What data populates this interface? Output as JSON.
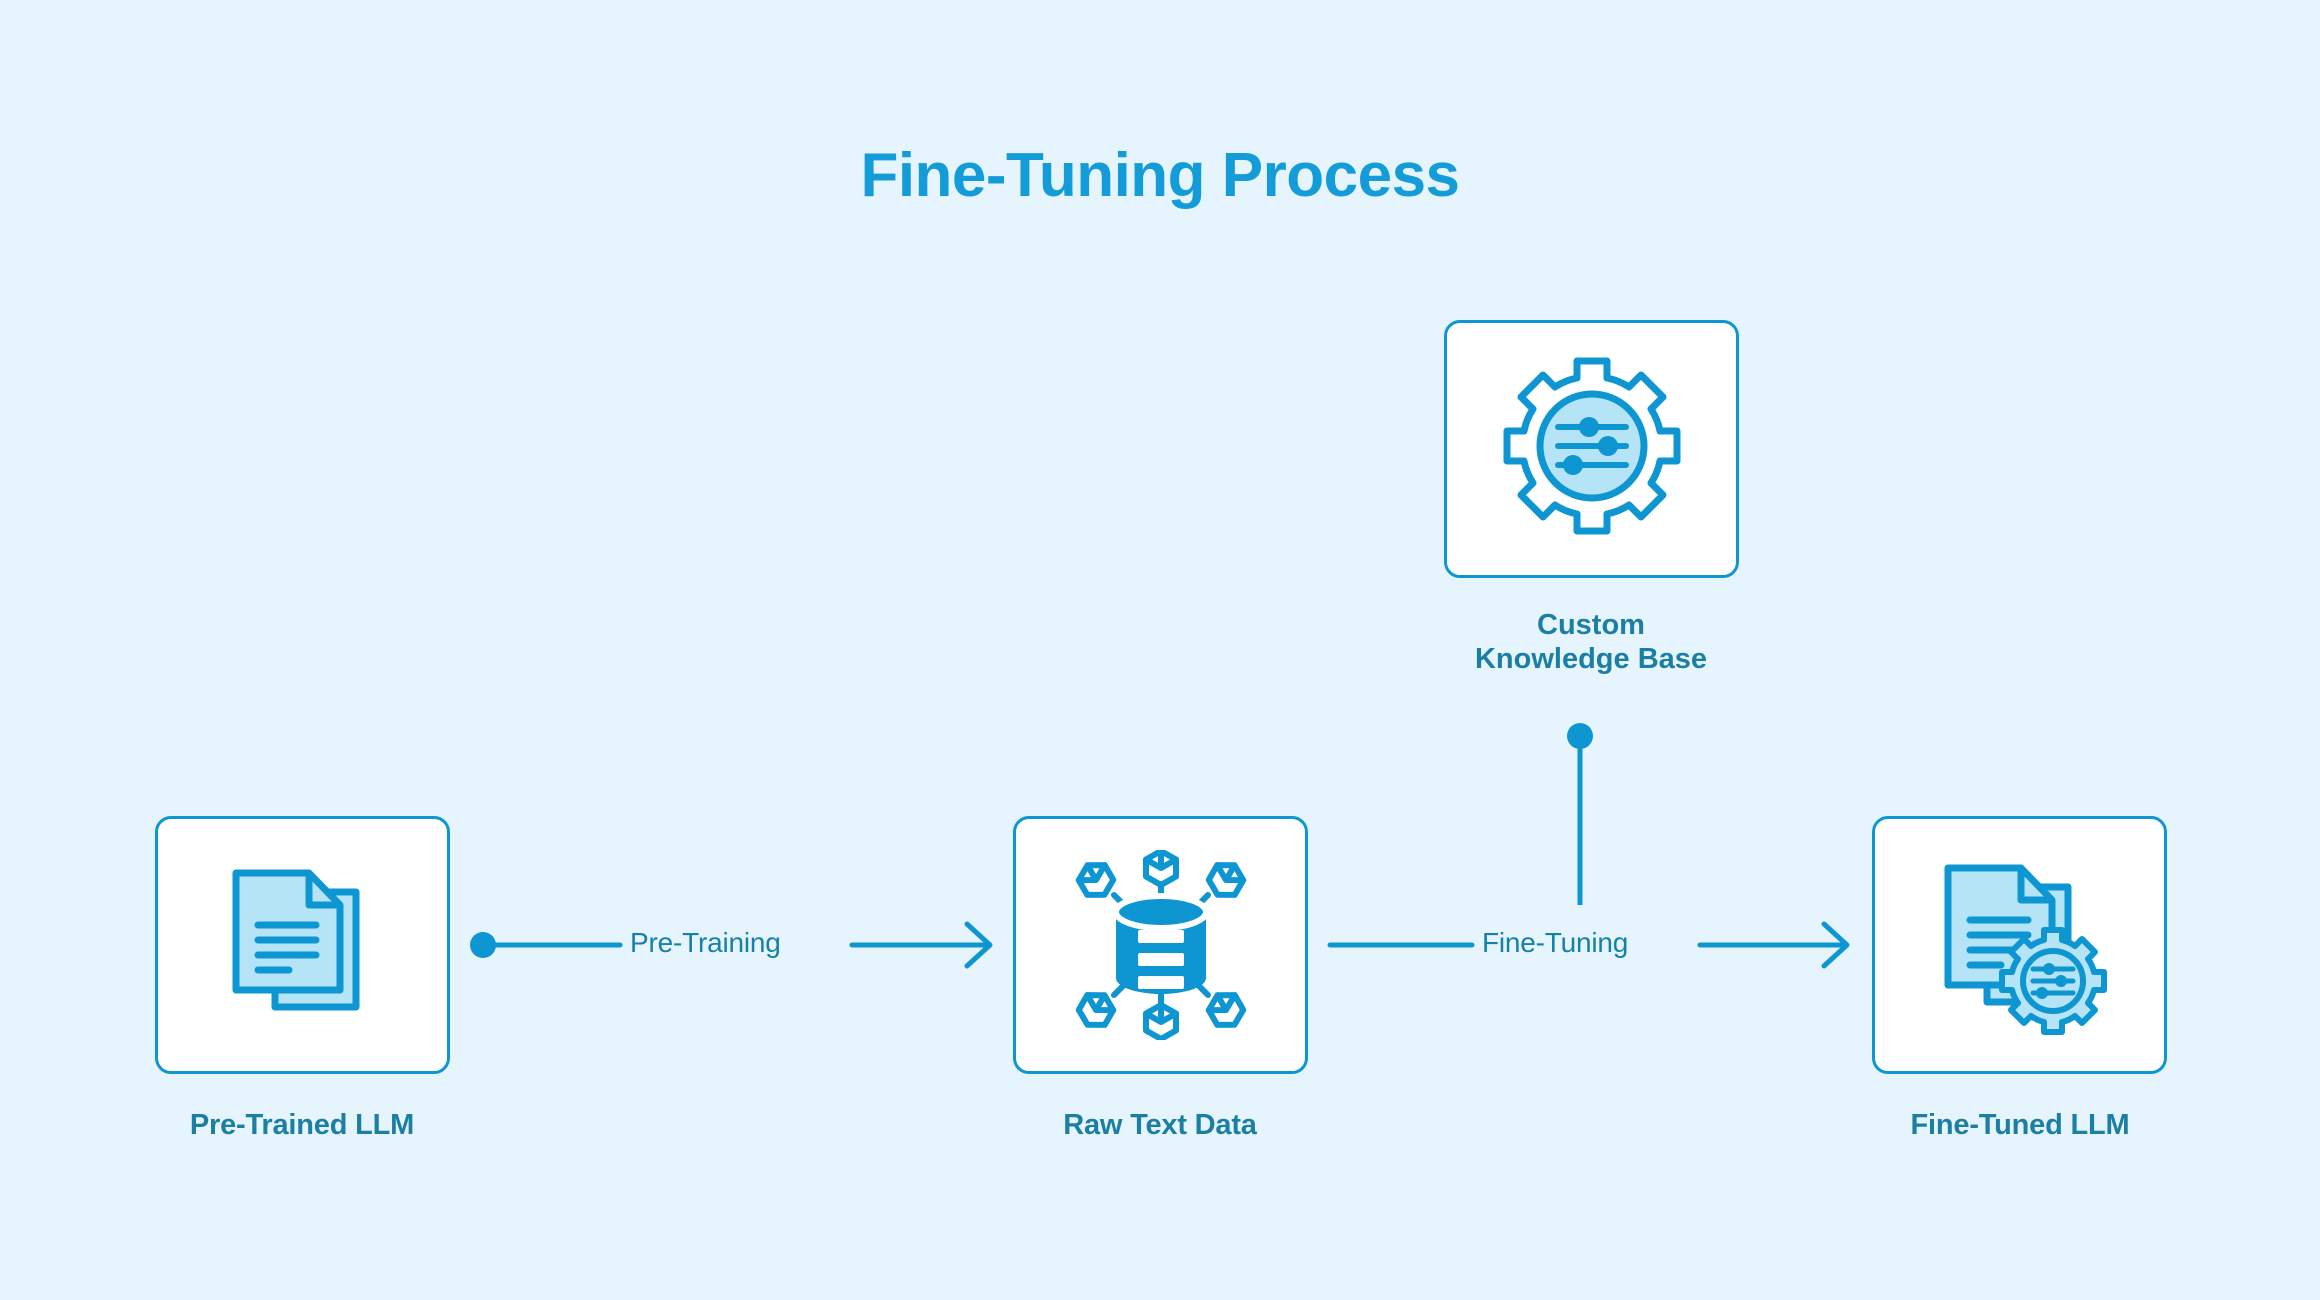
{
  "diagram": {
    "title": "Fine-Tuning Process",
    "background_color": "#e6f5fd",
    "accent_color": "#0d96d1",
    "title_color": "#139cd8",
    "label_color": "#1a7fa3",
    "edge_label_color": "#1580a8",
    "icon_fill_light": "#b5e4f7"
  },
  "nodes": [
    {
      "id": "pre-trained-llm",
      "label": "Pre-Trained LLM",
      "icon": "documents-icon"
    },
    {
      "id": "raw-text-data",
      "label": "Raw Text Data",
      "icon": "database-nodes-icon"
    },
    {
      "id": "fine-tuned-llm",
      "label": "Fine-Tuned LLM",
      "icon": "documents-gear-icon"
    },
    {
      "id": "custom-knowledge-base",
      "label_line1": "Custom",
      "label_line2": "Knowledge Base",
      "icon": "gear-sliders-icon"
    }
  ],
  "edges": [
    {
      "id": "pre-training",
      "label": "Pre-Training",
      "from": "pre-trained-llm",
      "to": "raw-text-data",
      "start_marker": "dot",
      "end_marker": "arrow"
    },
    {
      "id": "fine-tuning",
      "label": "Fine-Tuning",
      "from": "raw-text-data",
      "to": "fine-tuned-llm",
      "start_marker": "none",
      "end_marker": "arrow"
    },
    {
      "id": "knowledge-feed",
      "label": "",
      "from": "custom-knowledge-base",
      "to": "fine-tuning",
      "start_marker": "dot",
      "end_marker": "none",
      "orientation": "vertical"
    }
  ]
}
